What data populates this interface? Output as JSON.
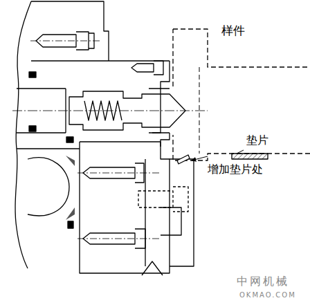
{
  "diagram": {
    "labels": [
      "样件",
      "垫片",
      "增加垫片处",
      "中网机械",
      "OKMAO.COM"
    ]
  }
}
